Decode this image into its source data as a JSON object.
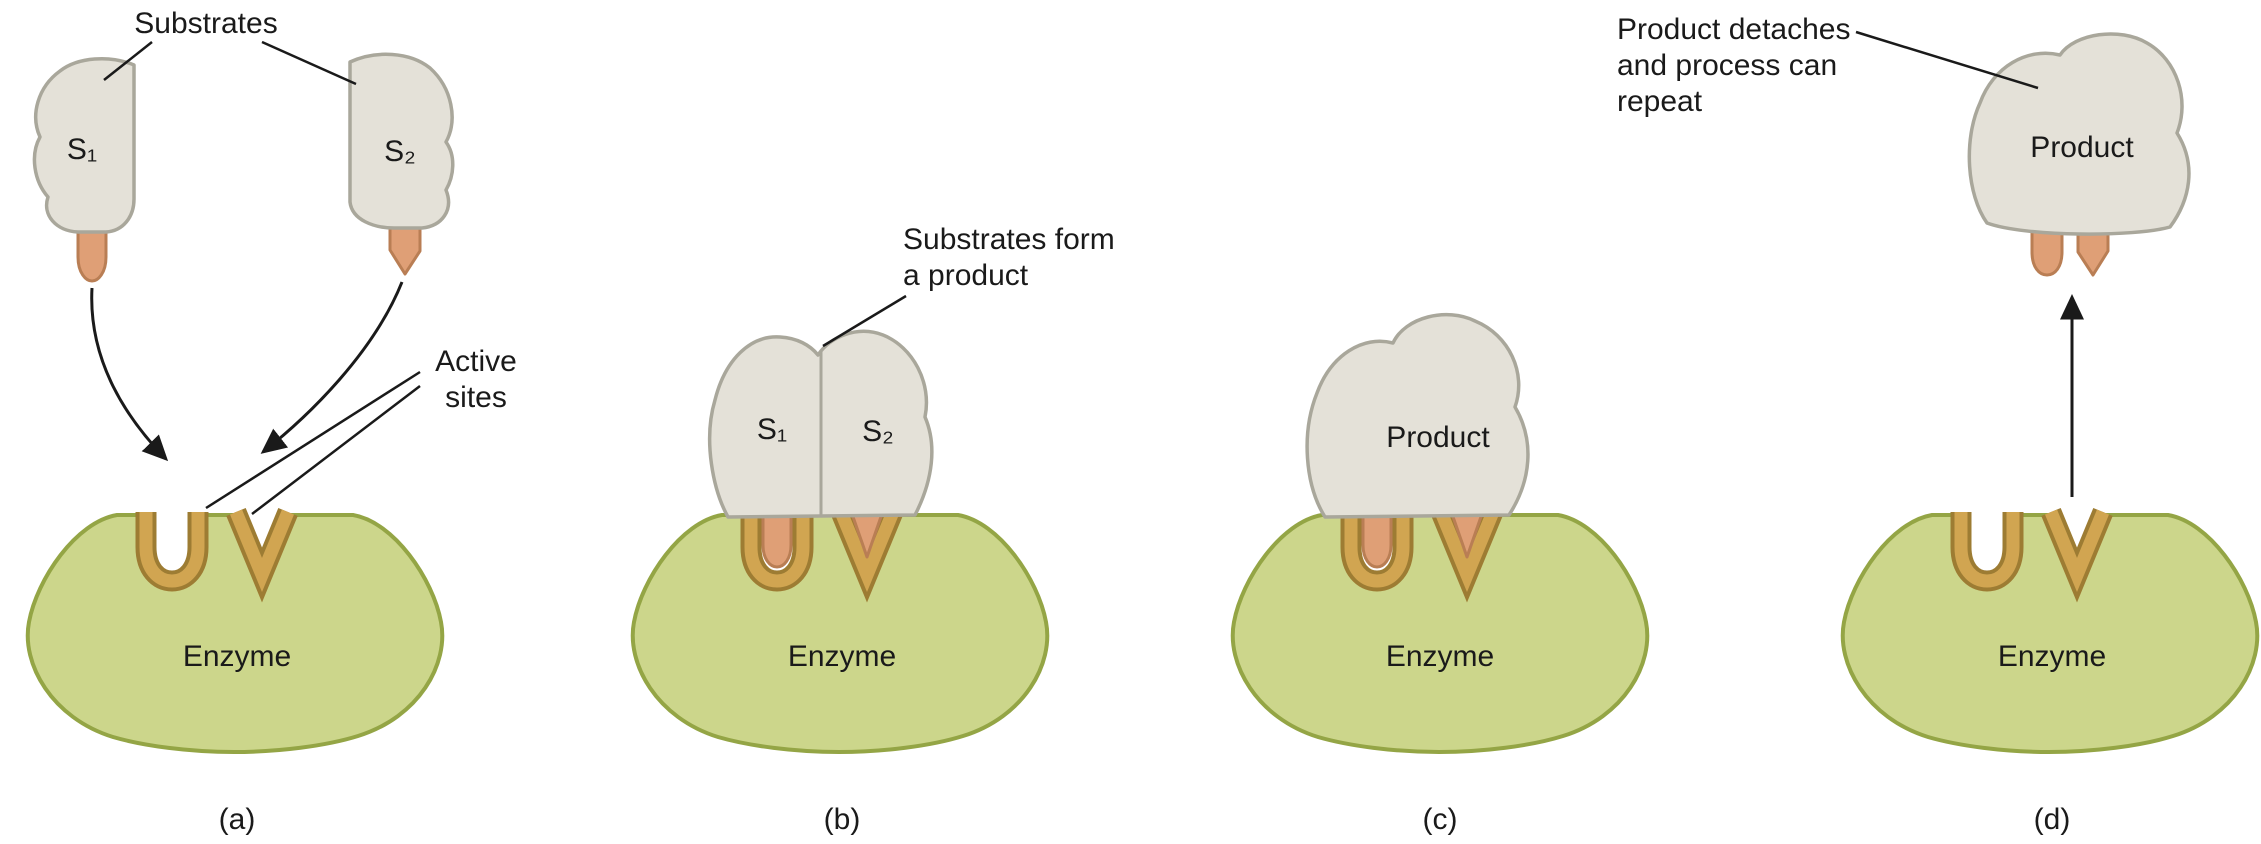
{
  "figure": {
    "palette": {
      "background": "#ffffff",
      "ink": "#1a1a1a",
      "enzyme_fill": "#ccd68b",
      "enzyme_stroke": "#94a545",
      "lining_fill": "#d1a551",
      "lining_stroke": "#9d7c33",
      "substrate_fill": "#e4e1d8",
      "substrate_stroke": "#a9a79b",
      "tip_fill": "#df9f76",
      "tip_stroke": "#b97e54"
    },
    "panels": [
      {
        "letter": "(a)",
        "enzyme_label": "Enzyme",
        "substrate1_label": "S₁",
        "substrate2_label": "S₂",
        "substrates_label": "Substrates",
        "active_sites_label": "Active sites"
      },
      {
        "letter": "(b)",
        "enzyme_label": "Enzyme",
        "substrate1_label": "S₁",
        "substrate2_label": "S₂",
        "caption": "Substrates form a product"
      },
      {
        "letter": "(c)",
        "enzyme_label": "Enzyme",
        "product_label": "Product"
      },
      {
        "letter": "(d)",
        "enzyme_label": "Enzyme",
        "product_label": "Product",
        "caption": "Product detaches and process can repeat"
      }
    ]
  }
}
